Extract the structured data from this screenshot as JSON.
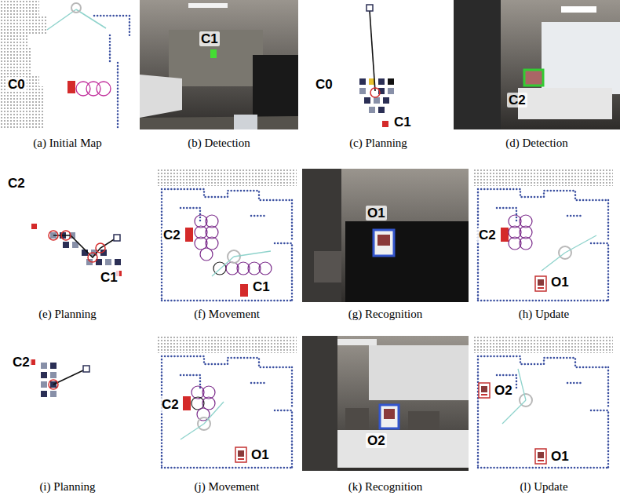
{
  "diagram": {
    "nodes": [
      {
        "text": [
          "C0",
          "(a) Initial Map"
        ]
      },
      {
        "text": [
          "C1",
          "(b) Detection"
        ]
      },
      {
        "text": [
          "C0",
          "C1",
          "(c) Planning"
        ]
      },
      {
        "text": [
          "C2",
          "(d) Detection"
        ]
      },
      {
        "text": [
          "C2",
          "C1",
          "(e) Planning"
        ]
      },
      {
        "text": [
          "C2",
          "C1",
          "(f) Movement"
        ]
      },
      {
        "text": [
          "O1",
          "(g) Recognition"
        ]
      },
      {
        "text": [
          "C2",
          "O1",
          "(h) Update"
        ]
      },
      {
        "text": [
          "C2",
          "(i) Planning"
        ]
      },
      {
        "text": [
          "C2",
          "O1",
          "(j) Movement"
        ]
      },
      {
        "text": [
          "O2",
          "(k) Recognition"
        ]
      },
      {
        "text": [
          "O2",
          "O1",
          "(l) Update"
        ]
      }
    ]
  }
}
